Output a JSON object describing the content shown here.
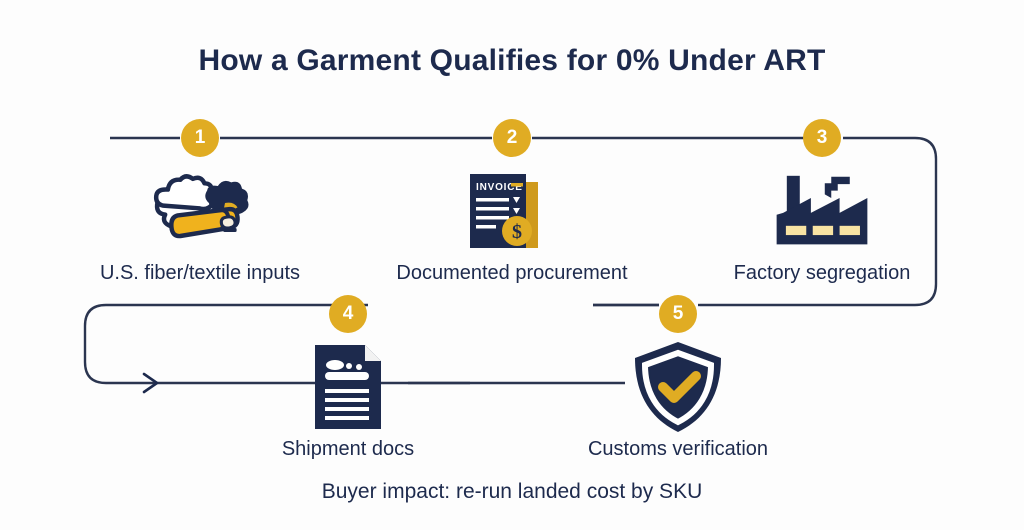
{
  "title": "How a Garment Qualifies for 0% Under ART",
  "footer_note": "Buyer impact: re-run landed cost by SKU",
  "colors": {
    "background": "#fdfdfd",
    "navy": "#1d2a4d",
    "gold": "#e0ac23",
    "window_yellow": "#f8e3a3",
    "connector": "#2b3550",
    "badge_text": "#ffffff"
  },
  "steps": [
    {
      "number": "1",
      "label": "U.S. fiber/textile inputs",
      "icon": "cotton-thread-spool-icon"
    },
    {
      "number": "2",
      "label": "Documented procurement",
      "icon": "invoice-dollar-icon",
      "icon_text": "INVOICE",
      "icon_symbol": "$"
    },
    {
      "number": "3",
      "label": "Factory segregation",
      "icon": "factory-icon"
    },
    {
      "number": "4",
      "label": "Shipment docs",
      "icon": "document-lines-icon"
    },
    {
      "number": "5",
      "label": "Customs verification",
      "icon": "shield-check-icon"
    }
  ]
}
